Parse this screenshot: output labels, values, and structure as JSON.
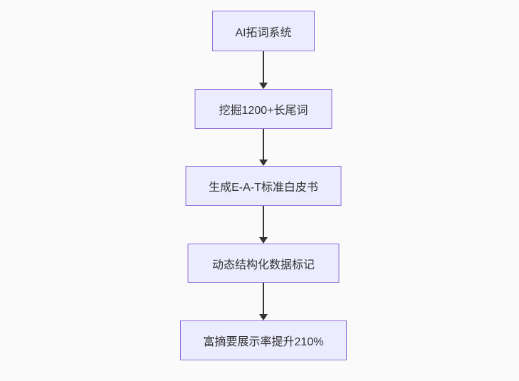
{
  "flowchart": {
    "type": "flowchart",
    "direction": "top-down",
    "nodes": [
      {
        "id": "node-1",
        "label": "AI拓词系统"
      },
      {
        "id": "node-2",
        "label": "挖掘1200+长尾词"
      },
      {
        "id": "node-3",
        "label": "生成E-A-T标准白皮书"
      },
      {
        "id": "node-4",
        "label": "动态结构化数据标记"
      },
      {
        "id": "node-5",
        "label": "富摘要展示率提升210%"
      }
    ],
    "edges": [
      {
        "from": "node-1",
        "to": "node-2",
        "style": "solid-arrow"
      },
      {
        "from": "node-2",
        "to": "node-3",
        "style": "solid-arrow"
      },
      {
        "from": "node-3",
        "to": "node-4",
        "style": "solid-arrow"
      },
      {
        "from": "node-4",
        "to": "node-5",
        "style": "solid-arrow"
      }
    ],
    "colors": {
      "node_fill": "#ececff",
      "node_border": "#9370db",
      "edge": "#333333",
      "text": "#333333",
      "background": "#fafafa"
    }
  }
}
